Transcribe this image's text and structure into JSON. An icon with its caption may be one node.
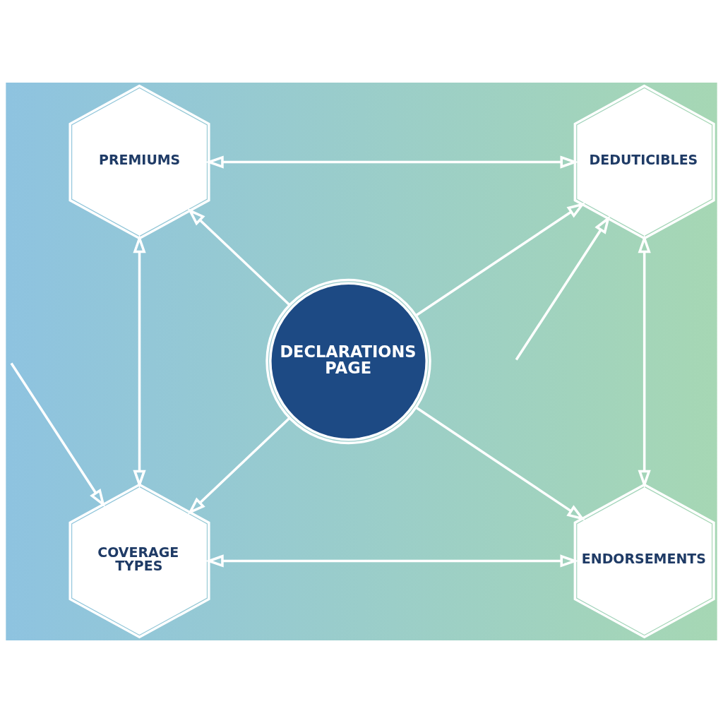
{
  "diagram": {
    "nodes": [
      {
        "text": [
          "PREMIUMS"
        ]
      },
      {
        "text": [
          "DEDUTICIBLES"
        ]
      },
      {
        "text": [
          "DECLARATIONS PAGE"
        ]
      },
      {
        "text": [
          "COVERAGE TYPES"
        ]
      },
      {
        "text": [
          "ENDORSEMENTS"
        ]
      }
    ],
    "edges": [
      {
        "from": 0,
        "to": 1,
        "arrow": "both"
      },
      {
        "from": null,
        "to": 1,
        "arrow": "to"
      },
      {
        "from": 2,
        "to": 0,
        "arrow": "to"
      },
      {
        "from": 2,
        "to": 1,
        "arrow": "to"
      },
      {
        "from": 0,
        "to": 3,
        "arrow": "both"
      },
      {
        "from": 1,
        "to": 4,
        "arrow": "both"
      },
      {
        "from": 2,
        "to": 3,
        "arrow": "to"
      },
      {
        "from": 2,
        "to": 4,
        "arrow": "to"
      },
      {
        "from": null,
        "to": 3,
        "arrow": "to"
      },
      {
        "from": 3,
        "to": 4,
        "arrow": "both"
      }
    ]
  }
}
